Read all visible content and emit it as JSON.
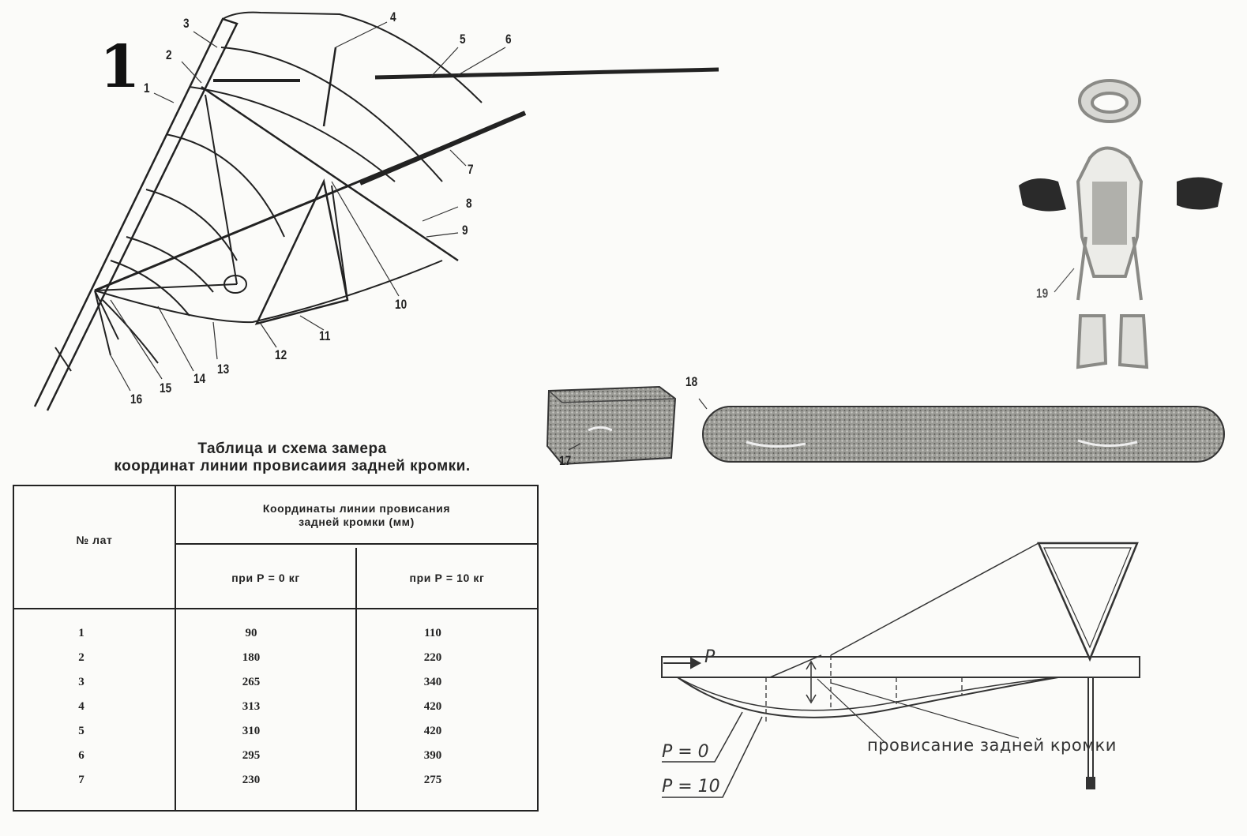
{
  "figure": {
    "number": "1",
    "callouts": [
      "1",
      "2",
      "3",
      "4",
      "5",
      "6",
      "7",
      "8",
      "9",
      "10",
      "11",
      "12",
      "13",
      "14",
      "15",
      "16",
      "17",
      "18",
      "19"
    ]
  },
  "table": {
    "title_line1": "Таблица и схема замера",
    "title_line2": "координат линии провисаиия задней кромки.",
    "col_num": "№ лат",
    "col_group_line1": "Координаты линии провисания",
    "col_group_line2": "задней кромки (мм)",
    "col_p0": "при Р = 0 кг",
    "col_p10": "при Р = 10 кг",
    "rows": [
      {
        "n": "1",
        "p0": "90",
        "p10": "110"
      },
      {
        "n": "2",
        "p0": "180",
        "p10": "220"
      },
      {
        "n": "3",
        "p0": "265",
        "p10": "340"
      },
      {
        "n": "4",
        "p0": "313",
        "p10": "420"
      },
      {
        "n": "5",
        "p0": "310",
        "p10": "420"
      },
      {
        "n": "6",
        "p0": "295",
        "p10": "390"
      },
      {
        "n": "7",
        "p0": "230",
        "p10": "275"
      }
    ]
  },
  "schema": {
    "force_label": "Р",
    "p0_label": "Р = 0",
    "p10_label": "Р = 10",
    "sag_label": "провисание задней кромки"
  },
  "colors": {
    "ink": "#222222",
    "paper": "#fbfbf9",
    "photo_gray": "#8a8a86"
  }
}
